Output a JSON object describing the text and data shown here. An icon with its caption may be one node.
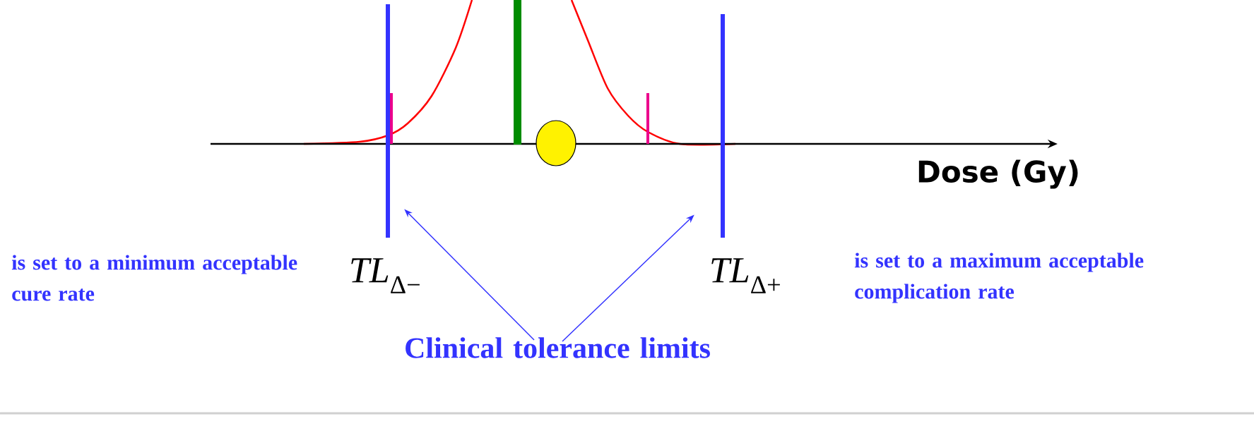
{
  "diagram": {
    "nodes": [
      {
        "text": [],
        "shape": "bar"
      },
      {
        "text": [],
        "shape": "bar"
      },
      {
        "text": [
          "Clinical tolerance limits"
        ]
      }
    ],
    "edges": [
      {
        "from": 2,
        "to": 0,
        "arrow": "to"
      },
      {
        "from": 2,
        "to": 1,
        "arrow": "to"
      }
    ],
    "labels": [
      "Dose (Gy)",
      "is set to a minimum acceptable cure rate",
      "*TL*$_{Δ−}$",
      "*TL*$_{Δ+}$",
      "is set to a maximum acceptable complication rate"
    ]
  }
}
